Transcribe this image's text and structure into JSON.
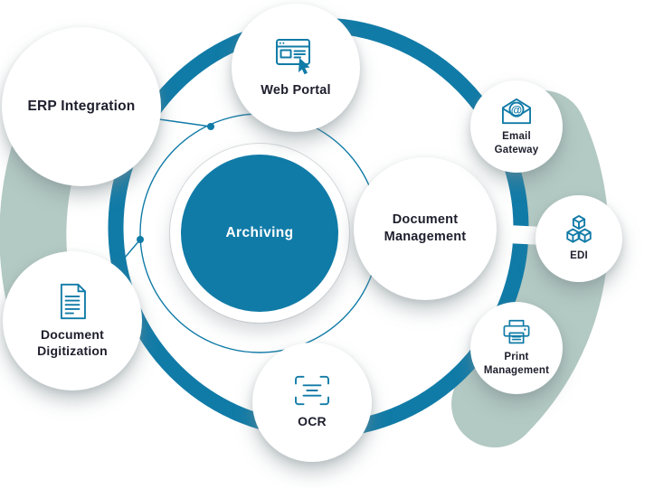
{
  "diagram": {
    "center": {
      "label": "Archiving"
    },
    "nodes": {
      "erp": {
        "label": "ERP Integration"
      },
      "web_portal": {
        "label": "Web Portal",
        "icon": "browser-cursor-icon"
      },
      "document_management": {
        "label": "Document Management"
      },
      "document_digitization": {
        "label": "Document Digitization",
        "icon": "document-lines-icon"
      },
      "ocr": {
        "label": "OCR",
        "icon": "ocr-scan-icon"
      },
      "email_gateway": {
        "label": "Email Gateway",
        "icon": "email-at-icon"
      },
      "edi": {
        "label": "EDI",
        "icon": "cubes-icon"
      },
      "print_management": {
        "label": "Print Management",
        "icon": "printer-icon"
      }
    },
    "colors": {
      "teal": "#117BA7",
      "sage": "#B3C9C3",
      "text": "#1E1E2D",
      "white": "#FFFFFF"
    }
  }
}
